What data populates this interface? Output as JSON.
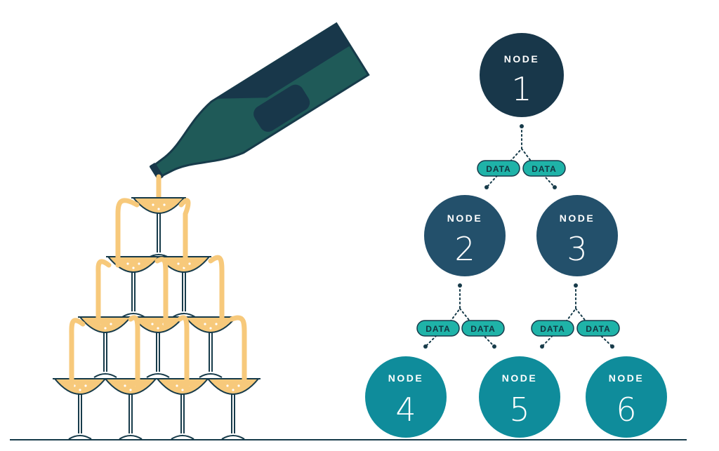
{
  "diagram": {
    "nodes": [
      {
        "id": "1",
        "label": "NODE",
        "number": "1",
        "color": "#18374a"
      },
      {
        "id": "2",
        "label": "NODE",
        "number": "2",
        "color": "#23506b"
      },
      {
        "id": "3",
        "label": "NODE",
        "number": "3",
        "color": "#23506b"
      },
      {
        "id": "4",
        "label": "NODE",
        "number": "4",
        "color": "#0f8c9b"
      },
      {
        "id": "5",
        "label": "NODE",
        "number": "5",
        "color": "#0f8c9b"
      },
      {
        "id": "6",
        "label": "NODE",
        "number": "6",
        "color": "#0f8c9b"
      }
    ],
    "edges": [
      {
        "from": "1",
        "to": "2",
        "label": "DATA"
      },
      {
        "from": "1",
        "to": "3",
        "label": "DATA"
      },
      {
        "from": "2",
        "to": "4",
        "label": "DATA"
      },
      {
        "from": "2",
        "to": "5",
        "label": "DATA"
      },
      {
        "from": "3",
        "to": "5",
        "label": "DATA"
      },
      {
        "from": "3",
        "to": "6",
        "label": "DATA"
      }
    ],
    "data_pill_color": "#1fb3a8"
  },
  "illustration": {
    "bottle_color": "#1f5a58",
    "bottle_dark": "#18374a",
    "champagne_color": "#f7c97b",
    "glass_outline": "#173b4a"
  }
}
